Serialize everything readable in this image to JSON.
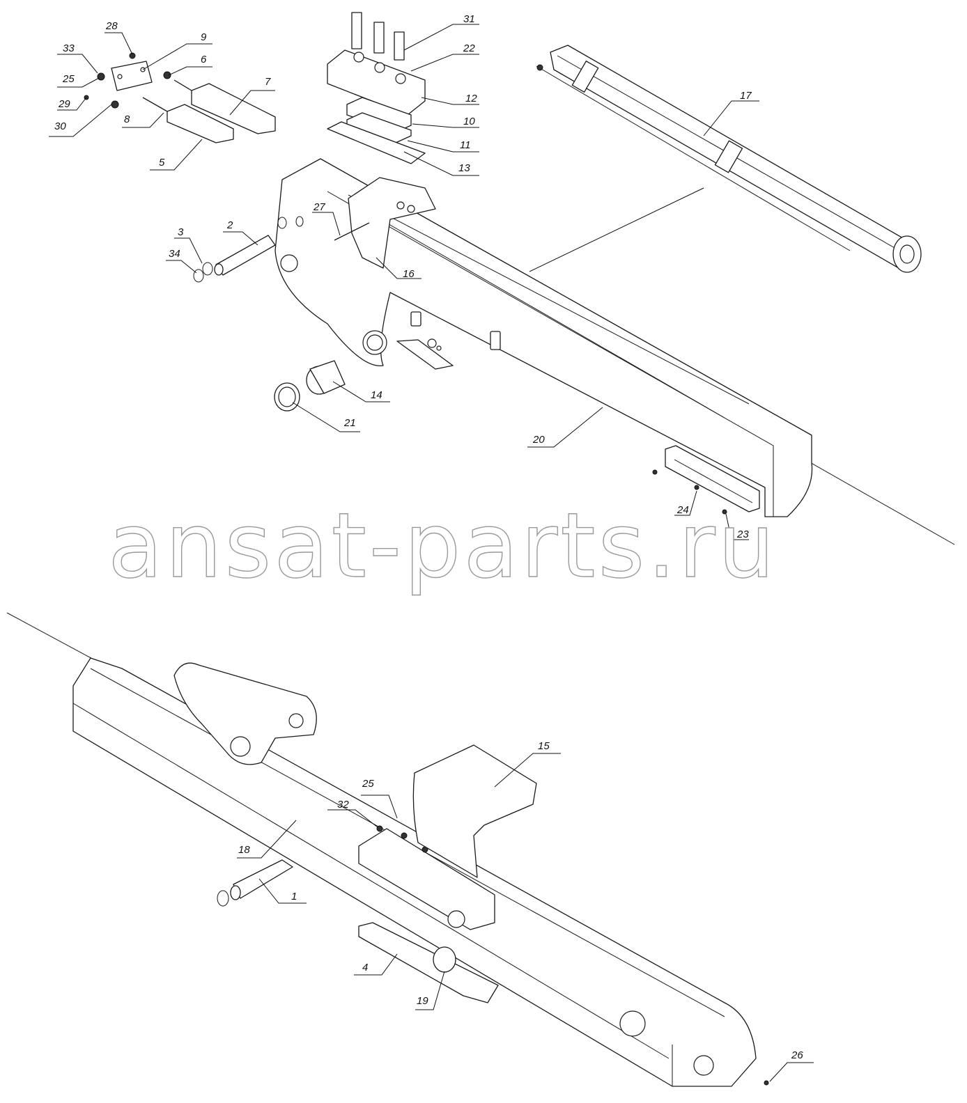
{
  "watermark": {
    "text": "ansat-parts.ru",
    "color": "#9a9a9a"
  },
  "callouts": [
    "28",
    "33",
    "25",
    "29",
    "30",
    "9",
    "6",
    "7",
    "8",
    "5",
    "31",
    "22",
    "12",
    "10",
    "11",
    "13",
    "17",
    "27",
    "2",
    "3",
    "34",
    "16",
    "14",
    "21",
    "20",
    "24",
    "23",
    "15",
    "25",
    "32",
    "18",
    "1",
    "4",
    "19",
    "26"
  ]
}
